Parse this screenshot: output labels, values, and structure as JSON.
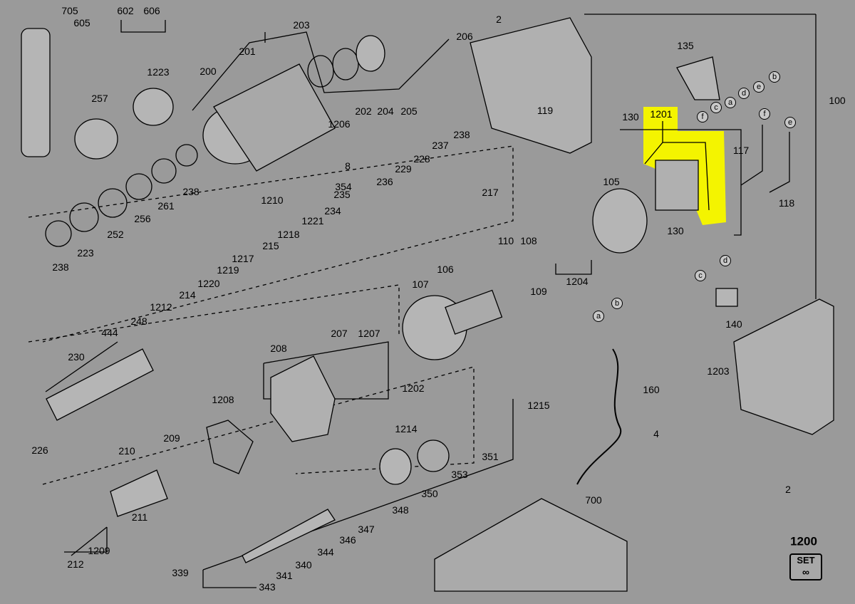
{
  "title": "Exploded parts diagram",
  "highlight_color": "#f4f400",
  "background_color": "#9a9a9a",
  "labels": [
    "705",
    "602",
    "606",
    "605",
    "1223",
    "257",
    "200",
    "201",
    "203",
    "206",
    "2",
    "135",
    "100",
    "119",
    "130",
    "1201",
    "117",
    "118",
    "105",
    "130",
    "202",
    "204",
    "205",
    "1206",
    "8",
    "1210",
    "354",
    "238",
    "261",
    "256",
    "252",
    "223",
    "238",
    "238",
    "237",
    "228",
    "229",
    "236",
    "235",
    "217",
    "234",
    "1221",
    "1218",
    "215",
    "1217",
    "1219",
    "1220",
    "214",
    "1212",
    "248",
    "444",
    "230",
    "226",
    "110",
    "108",
    "106",
    "107",
    "109",
    "1204",
    "207",
    "1207",
    "208",
    "1202",
    "1208",
    "209",
    "210",
    "211",
    "1209",
    "212",
    "1214",
    "1215",
    "351",
    "353",
    "350",
    "348",
    "347",
    "346",
    "344",
    "340",
    "341",
    "339",
    "343",
    "700",
    "4",
    "160",
    "140",
    "1203",
    "2",
    "1200"
  ],
  "wire_tags": [
    "b",
    "e",
    "d",
    "a",
    "c",
    "f",
    "f",
    "e",
    "a",
    "b",
    "c",
    "d"
  ],
  "set_icon": {
    "text": "SET"
  }
}
